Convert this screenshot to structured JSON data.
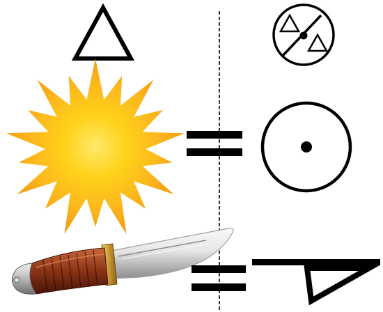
{
  "diagram": {
    "title": "",
    "colors": {
      "stroke": "#000000",
      "background": "#ffffff",
      "sun_outer": "#f7a81b",
      "sun_inner": "#fde15a",
      "sun_core": "#ffd21a",
      "knife_blade_light": "#f4f4f4",
      "knife_blade_mid": "#cfcfcf",
      "knife_blade_dark": "#9a9a9a",
      "knife_handle_dark": "#6a220f",
      "knife_handle_light": "#b9532a",
      "knife_guard": "#d4a64a",
      "knife_pommel": "#bdbdbd"
    },
    "items": [
      {
        "kind": "symbol",
        "icon": "triangle-symbol-icon"
      },
      {
        "kind": "symbol",
        "icon": "circle-two-triangles-symbol-icon"
      },
      {
        "kind": "picture",
        "icon": "sun-icon"
      },
      {
        "kind": "operator",
        "icon": "equals-sign-icon"
      },
      {
        "kind": "symbol",
        "icon": "circle-dot-symbol-icon"
      },
      {
        "kind": "picture",
        "icon": "knife-icon"
      },
      {
        "kind": "operator",
        "icon": "equals-sign-icon"
      },
      {
        "kind": "symbol",
        "icon": "knife-symbol-icon"
      }
    ],
    "divider": {
      "style": "dashed",
      "icon": "dashed-divider-line"
    }
  }
}
